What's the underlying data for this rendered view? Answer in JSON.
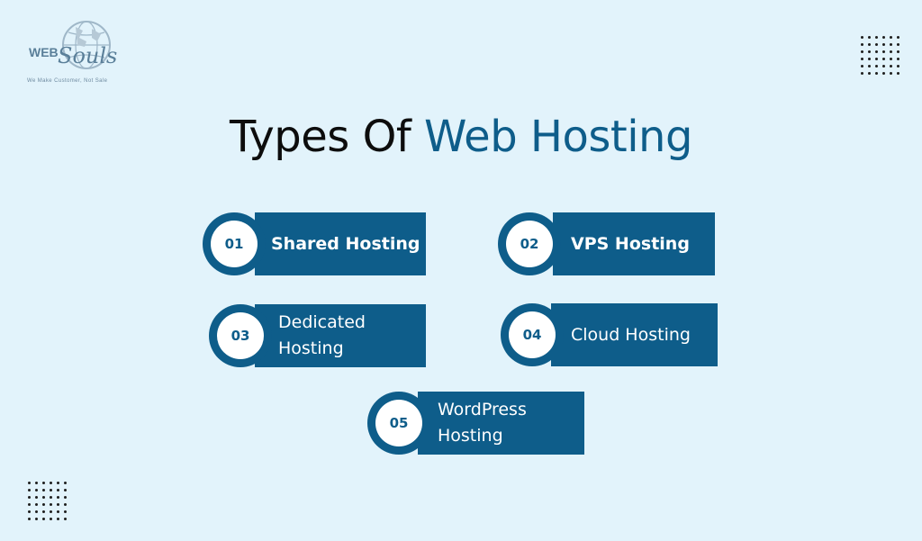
{
  "logo": {
    "word1": "WEB",
    "word2": "Souls",
    "tagline": "We Make Customer, Not Sale",
    "icon": "globe-icon"
  },
  "title": {
    "part1": "Types Of",
    "part2": "Web Hosting"
  },
  "colors": {
    "background": "#e2f3fb",
    "accent": "#0e5d8a",
    "title_dark": "#0d0d0d"
  },
  "items": [
    {
      "number": "01",
      "label": "Shared Hosting"
    },
    {
      "number": "02",
      "label": "VPS Hosting"
    },
    {
      "number": "03",
      "label_lines": [
        "Dedicated",
        "Hosting"
      ]
    },
    {
      "number": "04",
      "label": "Cloud Hosting"
    },
    {
      "number": "05",
      "label_lines": [
        "WordPress",
        "Hosting"
      ]
    }
  ]
}
